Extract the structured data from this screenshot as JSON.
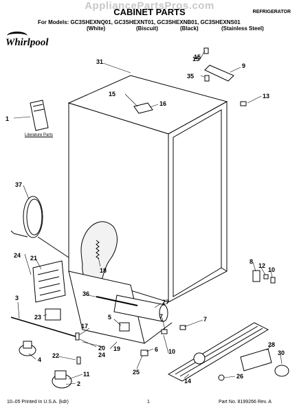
{
  "watermark": "AppliancePartsPros.com",
  "title": "CABINET PARTS",
  "category": "REFRIGERATOR",
  "models_line": "For Models: GC3SHEXNQ01, GC3SHEXNT01, GC3SHEXNB01, GC3SHEXNS01",
  "colors": [
    "(White)",
    "(Biscuit)",
    "(Black)",
    "(Stainless Steel)"
  ],
  "brand": "Whirlpool",
  "literature_label": "Literature Parts",
  "footer": {
    "left": "10–05 Printed In U.S.A. (kdr)",
    "center": "1",
    "right": "Part No. 8199266 Rev. A"
  },
  "callouts": [
    "31",
    "15",
    "9",
    "35",
    "15",
    "16",
    "13",
    "1",
    "37",
    "24",
    "21",
    "18",
    "8",
    "12",
    "10",
    "3",
    "36",
    "27",
    "23",
    "5",
    "7",
    "7",
    "17",
    "20",
    "24",
    "19",
    "6",
    "10",
    "28",
    "30",
    "22",
    "4",
    "11",
    "2",
    "25",
    "14",
    "26",
    "15"
  ]
}
